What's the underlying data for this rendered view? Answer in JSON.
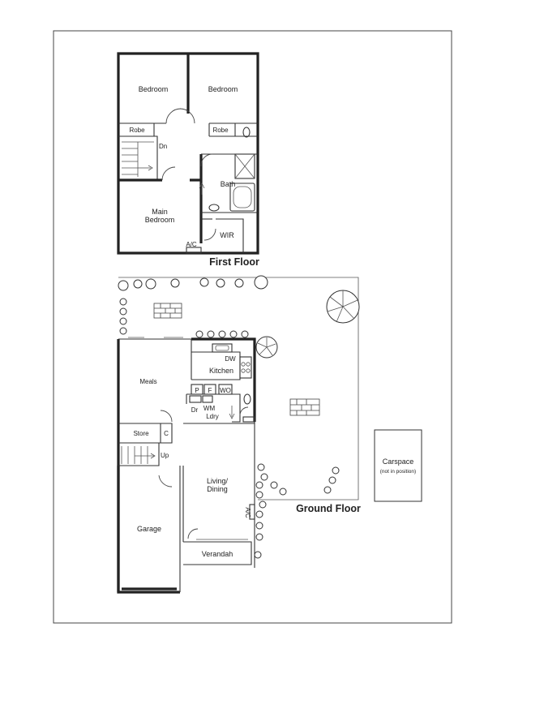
{
  "first_floor": {
    "title": "First Floor",
    "rooms": {
      "bedroom_left": "Bedroom",
      "bedroom_right": "Bedroom",
      "robe_left": "Robe",
      "robe_right": "Robe",
      "stair_dn": "Dn",
      "bath": "Bath",
      "main_bedroom_line1": "Main",
      "main_bedroom_line2": "Bedroom",
      "wir": "WIR",
      "ac": "A/C"
    }
  },
  "ground_floor": {
    "title": "Ground Floor",
    "rooms": {
      "meals": "Meals",
      "kitchen": "Kitchen",
      "dw": "DW",
      "pantry": "P",
      "fridge": "F",
      "wo": "WO",
      "dr": "Dr",
      "wm": "WM",
      "ldry": "Ldry",
      "store": "Store",
      "cupboard": "C",
      "stair_up": "Up",
      "living_line1": "Living/",
      "living_line2": "Dining",
      "ac": "A/C",
      "garage": "Garage",
      "verandah": "Verandah"
    }
  },
  "carspace": {
    "label": "Carspace",
    "note": "(not in position)"
  }
}
